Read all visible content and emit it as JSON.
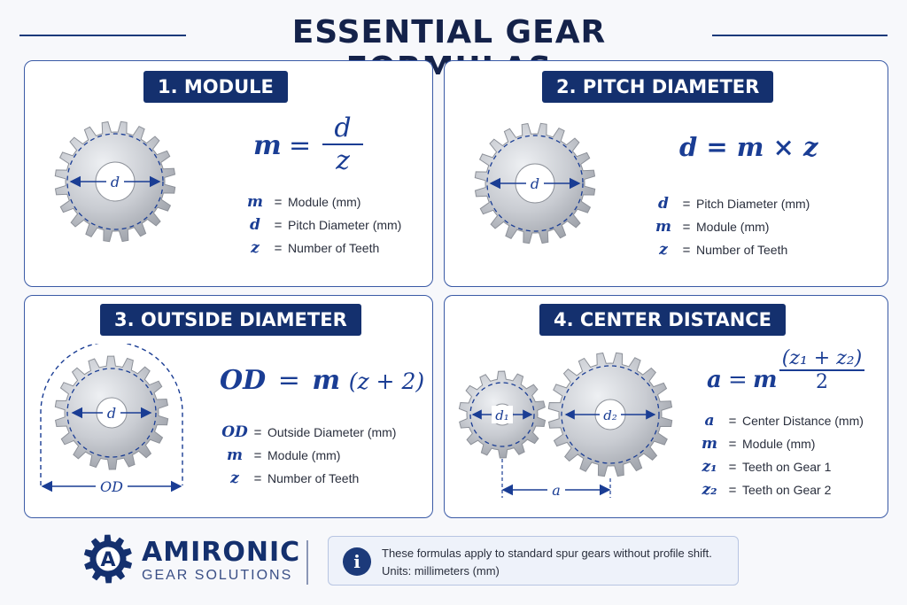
{
  "title": "ESSENTIAL GEAR FORMULAS",
  "colors": {
    "navy": "#14306e",
    "formula_blue": "#1a3d94",
    "gear_metal": "#c8cbd1",
    "panel_border": "#3a5aa6"
  },
  "panels": [
    {
      "heading": "1. MODULE",
      "formula": {
        "lhs": "m",
        "eq": "=",
        "num": "d",
        "den": "z"
      },
      "gear_label": "d",
      "legend": [
        {
          "sym": "m",
          "eq": "=",
          "desc": "Module (mm)"
        },
        {
          "sym": "d",
          "eq": "=",
          "desc": "Pitch Diameter (mm)"
        },
        {
          "sym": "z",
          "eq": "=",
          "desc": "Number of Teeth"
        }
      ]
    },
    {
      "heading": "2. PITCH DIAMETER",
      "formula": {
        "text": "d = m × z"
      },
      "gear_label": "d",
      "legend": [
        {
          "sym": "d",
          "eq": "=",
          "desc": "Pitch Diameter (mm)"
        },
        {
          "sym": "m",
          "eq": "=",
          "desc": "Module (mm)"
        },
        {
          "sym": "z",
          "eq": "=",
          "desc": "Number of Teeth"
        }
      ]
    },
    {
      "heading": "3. OUTSIDE DIAMETER",
      "formula": {
        "lhs": "OD",
        "eq": "=",
        "m": "m",
        "paren": "(z + 2)"
      },
      "gear_label": "d",
      "dim_label": "OD",
      "legend": [
        {
          "sym": "OD",
          "eq": "=",
          "desc": "Outside Diameter (mm)"
        },
        {
          "sym": "m",
          "eq": "=",
          "desc": "Module (mm)"
        },
        {
          "sym": "z",
          "eq": "=",
          "desc": "Number of Teeth"
        }
      ]
    },
    {
      "heading": "4. CENTER DISTANCE",
      "formula": {
        "lhs": "a",
        "eq": "=",
        "m": "m",
        "num": "(z₁ + z₂)",
        "den": "2"
      },
      "gear1_label": "d₁",
      "gear2_label": "d₂",
      "dim_label": "a",
      "legend": [
        {
          "sym": "a",
          "eq": "=",
          "desc": "Center Distance (mm)"
        },
        {
          "sym": "m",
          "eq": "=",
          "desc": "Module (mm)"
        },
        {
          "sym": "z₁",
          "eq": "=",
          "desc": "Teeth on Gear 1"
        },
        {
          "sym": "z₂",
          "eq": "=",
          "desc": "Teeth on Gear 2"
        }
      ]
    }
  ],
  "footer": {
    "brand": "AMIRONIC",
    "brand_sub": "GEAR SOLUTIONS",
    "logo_letter": "A",
    "info_icon": "i",
    "note_line1": "These formulas apply to standard spur gears without profile shift.",
    "note_line2": "Units: millimeters (mm)"
  }
}
